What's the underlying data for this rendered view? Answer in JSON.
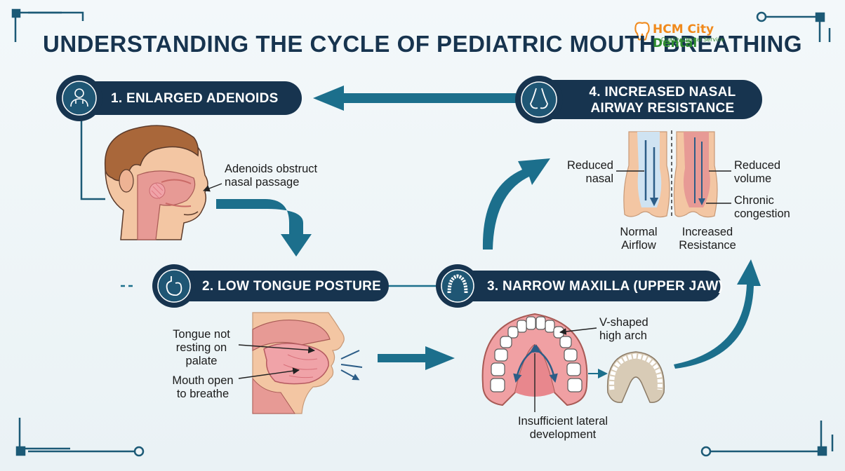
{
  "title": "UNDERSTANDING THE CYCLE OF PEDIATRIC MOUTH BREATHING",
  "logo": {
    "name_part1": "HCM City",
    "name_part2": "Dental",
    "subtitle": "Quality Dental Service",
    "icon": "tooth-icon"
  },
  "steps": [
    {
      "label": "1. ENLARGED ADENOIDS",
      "icon": "doctor-icon"
    },
    {
      "label": "2. LOW TONGUE POSTURE",
      "icon": "stomach-icon"
    },
    {
      "label": "3. NARROW MAXILLA (UPPER JAW)",
      "icon": "dental-arch-icon"
    },
    {
      "label_line1": "4. INCREASED NASAL",
      "label_line2": "AIRWAY RESISTANCE",
      "icon": "nose-icon"
    }
  ],
  "annotations": {
    "adenoids_line1": "Adenoids obstruct",
    "adenoids_line2": "nasal passage",
    "tongue_line1": "Tongue not",
    "tongue_line2": "resting on",
    "tongue_line3": "palate",
    "mouth_line1": "Mouth open",
    "mouth_line2": "to breathe",
    "vshaped_line1": "V-shaped",
    "vshaped_line2": "high arch",
    "lateral_line1": "Insufficient lateral",
    "lateral_line2": "development",
    "reduced_nasal_line1": "Reduced",
    "reduced_nasal_line2": "nasal",
    "reduced_volume_line1": "Reduced",
    "reduced_volume_line2": "volume",
    "chronic_line1": "Chronic",
    "chronic_line2": "congestion",
    "normal_line1": "Normal",
    "normal_line2": "Airflow",
    "increased_line1": "Increased",
    "increased_line2": "Resistance"
  },
  "colors": {
    "navy": "#17344f",
    "teal": "#1c6f8c",
    "accent_orange": "#f08a1c",
    "accent_green": "#2e8b2e",
    "skin": "#f3c6a3",
    "tissue": "#e79a95"
  }
}
